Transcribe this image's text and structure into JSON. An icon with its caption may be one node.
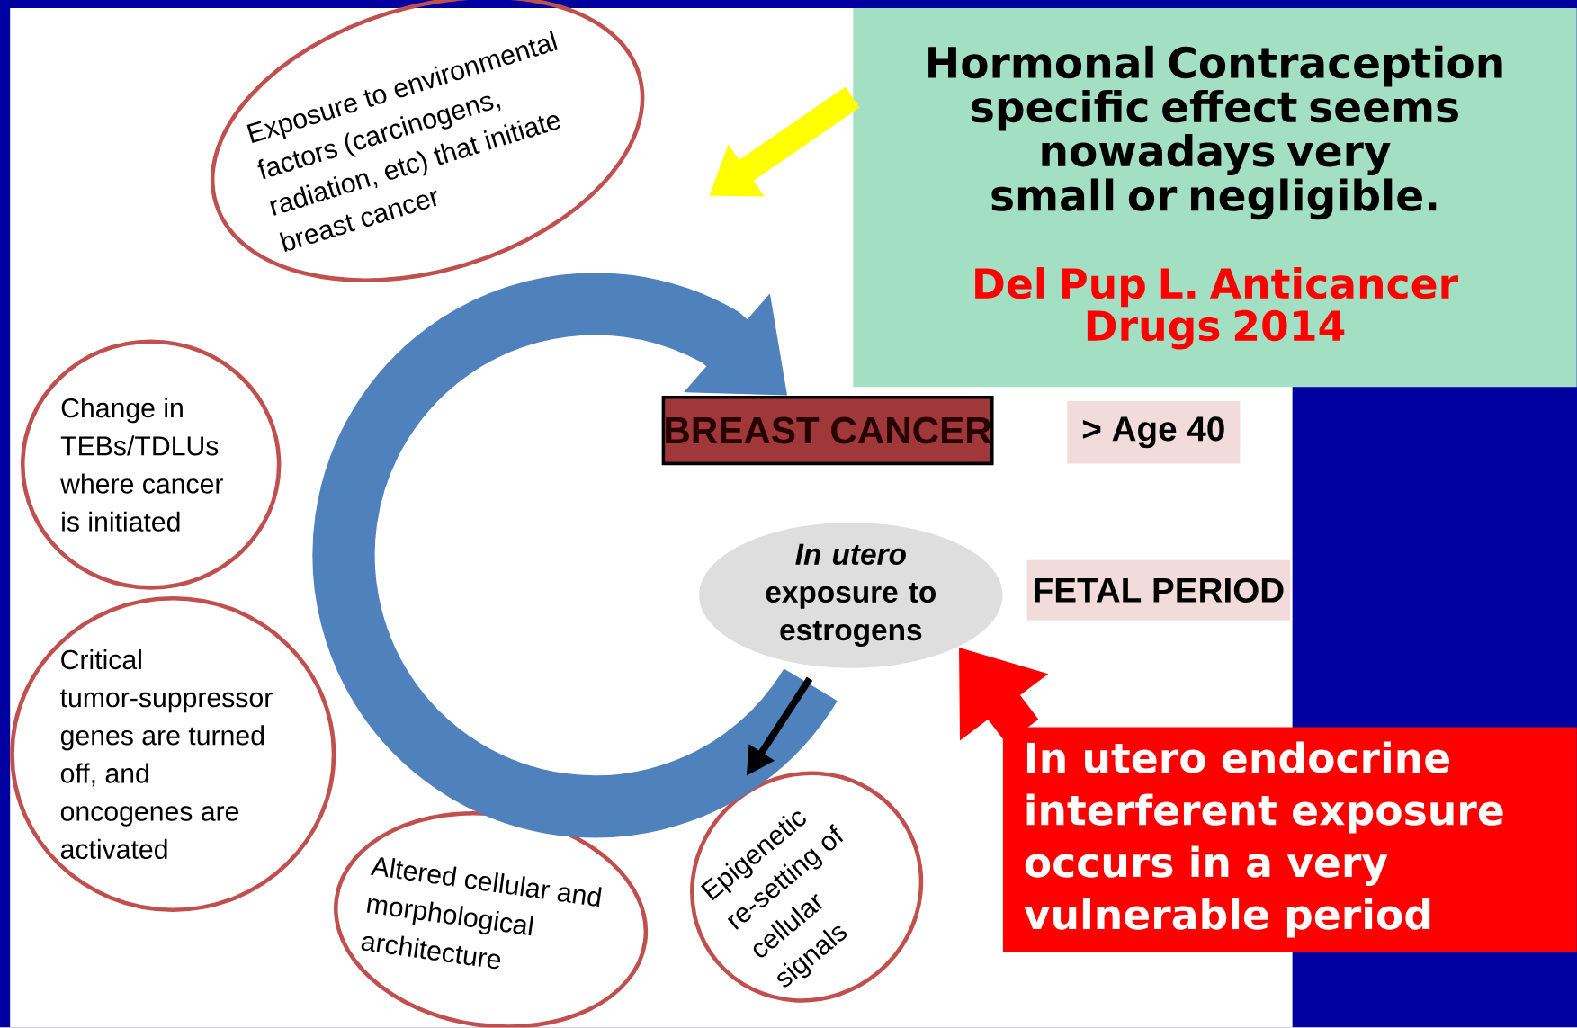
{
  "diagram": {
    "nodes": [
      {
        "text": [
          "Exposure to environmental factors (carcinogens, radiation, etc) that initiate breast cancer"
        ]
      },
      {
        "text": [
          "Change in TEBs/TDLUs where cancer is initiated"
        ]
      },
      {
        "text": [
          "Critical tumor-suppressor genes are turned off, and oncogenes are activated"
        ]
      },
      {
        "text": [
          "Altered cellular and morphological architecture"
        ]
      },
      {
        "text": [
          "Epigenetic re-setting of cellular signals"
        ]
      },
      {
        "text": [
          "BREAST CANCER"
        ]
      },
      {
        "text": [
          "> Age 40"
        ]
      },
      {
        "text": [
          "*In utero* exposure to estrogens"
        ]
      },
      {
        "text": [
          "FETAL PERIOD"
        ]
      },
      {
        "text": [
          "Hormonal Contraception specific effect seems nowadays very small or negligible.",
          "Del Pup L. Anticancer Drugs 2014"
        ]
      },
      {
        "text": [
          "In utero endocrine interferent exposure occurs in a very vulnerable period"
        ]
      }
    ],
    "edges": [
      {
        "from": 7,
        "to": 5,
        "arrow": "to",
        "color": "#4f81bd"
      },
      {
        "from": 9,
        "to": null,
        "arrow": "to",
        "color": "#ffff00"
      },
      {
        "from": 10,
        "to": 7,
        "arrow": "to",
        "color": "#ff0000"
      }
    ]
  }
}
